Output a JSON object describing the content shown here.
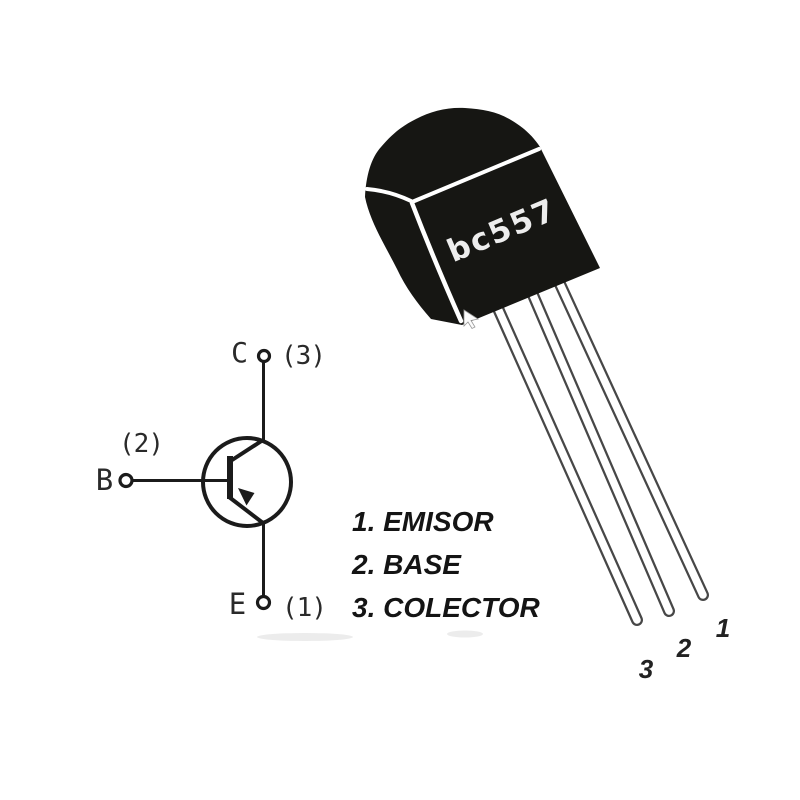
{
  "diagram": {
    "part_marking": "bc557",
    "schematic": {
      "collector_letter": "C",
      "collector_pin": "(3)",
      "base_letter": "B",
      "base_pin": "(2)",
      "emitter_letter": "E",
      "emitter_pin": "(1)"
    },
    "legend": {
      "emitter": "1. EMISOR",
      "base": "2. BASE",
      "collector": "3. COLECTOR"
    },
    "pin_numbers": {
      "pin1": "1",
      "pin2": "2",
      "pin3": "3"
    },
    "colors": {
      "background": "#ffffff",
      "package_body": "#161613",
      "marking_text": "#ededed",
      "lead_fill": "#ffffff",
      "lead_outline": "#474747",
      "schematic_line": "#1b1b1b",
      "label_text": "#2a2a2a",
      "legend_text": "#141414"
    }
  }
}
